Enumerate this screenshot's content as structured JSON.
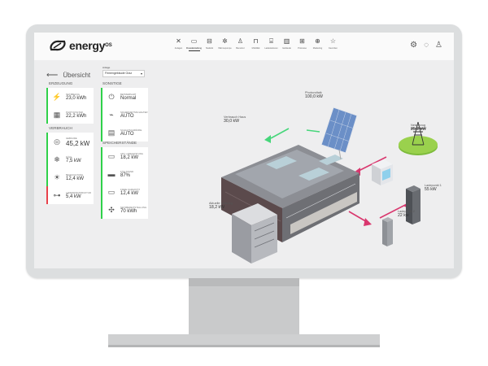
{
  "app": {
    "name": "energy",
    "name_sup": "OS"
  },
  "nav": [
    {
      "label": "Anlagen",
      "icon": "turbine-icon",
      "glyph": "✕"
    },
    {
      "label": "Flussdarstellung",
      "icon": "monitor-icon",
      "glyph": "▭",
      "active": true
    },
    {
      "label": "Statistik",
      "icon": "car-icon",
      "glyph": "⊟"
    },
    {
      "label": "Wärmepumpe",
      "icon": "fan-icon",
      "glyph": "✲"
    },
    {
      "label": "Benutzer",
      "icon": "user-icon",
      "glyph": "♙"
    },
    {
      "label": "Mobilität",
      "icon": "vehicle-icon",
      "glyph": "⊓"
    },
    {
      "label": "Ladestationen",
      "icon": "charger-icon",
      "glyph": "⌸"
    },
    {
      "label": "Gebäude",
      "icon": "building-icon",
      "glyph": "▥"
    },
    {
      "label": "Prozesse",
      "icon": "process-icon",
      "glyph": "⊞"
    },
    {
      "label": "Marketing",
      "icon": "marketing-icon",
      "glyph": "⊕"
    },
    {
      "label": "Favoriten",
      "icon": "star-icon",
      "glyph": "☆"
    }
  ],
  "header_icons": [
    "settings-icon",
    "chat-icon",
    "profile-icon"
  ],
  "back_label": "Übersicht",
  "select": {
    "label": "Anlage",
    "value": "Firmengebäude Graz"
  },
  "sections": {
    "erzeugung": "Erzeugung",
    "verbrauch": "Verbrauch",
    "sonstige": "Sonstige",
    "speicher": "Speicherstände"
  },
  "erzeugung": [
    {
      "label": "Netzbezug",
      "value": "23,0 kWh",
      "icon": "tower-icon",
      "glyph": "⚡",
      "color": "#2fd14a"
    },
    {
      "label": "Photovoltaik",
      "value": "22,2 kWh",
      "icon": "solar-panel-icon",
      "glyph": "▦",
      "color": "#2fd14a"
    }
  ],
  "verbrauch": [
    {
      "label": "Gebäude",
      "value": "45,2 kW",
      "icon": "gauge-icon",
      "glyph": "◎",
      "color": "#2fd14a",
      "big": true
    },
    {
      "label": "Kühl",
      "value": "7,5 kW",
      "icon": "cooling-icon",
      "glyph": "❄",
      "color": "#2fd14a"
    },
    {
      "label": "Beleuchtung",
      "value": "12,4 kW",
      "icon": "light-icon",
      "glyph": "☀",
      "color": "#2fd14a"
    },
    {
      "label": "Ladeinfrastruktur",
      "value": "5,4 kW",
      "icon": "ev-charging-icon",
      "glyph": "⊶",
      "color": "#e8414b"
    }
  ],
  "sonstige": [
    {
      "label": "Betriebsart",
      "value": "Normal",
      "icon": "power-icon",
      "glyph": "⏻",
      "color": "#2fd14a"
    },
    {
      "label": "Sicherheitsschalter",
      "value": "AUTO",
      "icon": "switch-icon",
      "glyph": "⌁",
      "color": "#2fd14a"
    },
    {
      "label": "Schaltschränke",
      "value": "AUTO",
      "icon": "cabinet-icon",
      "glyph": "▤",
      "color": "#2fd14a"
    }
  ],
  "speicher": [
    {
      "label": "Akt. Ladeleistung",
      "value": "18,2 kW",
      "icon": "battery-charge-icon",
      "glyph": "▭",
      "color": "#2fd14a"
    },
    {
      "label": "Füllstand",
      "value": "87%",
      "icon": "battery-level-icon",
      "glyph": "▬",
      "color": "#2fd14a"
    },
    {
      "label": "Freie Kapazität",
      "value": "12,4 kW",
      "icon": "battery-free-icon",
      "glyph": "▭",
      "color": "#2fd14a"
    },
    {
      "label": "Netzbereitstellung",
      "value": "70 kWh",
      "icon": "grid-supply-icon",
      "glyph": "✣",
      "color": "#2fd14a"
    }
  ],
  "diagram": {
    "photovoltaik": {
      "label": "Photovoltaik",
      "value": "100,0 kW"
    },
    "verbrauch_haus": {
      "label": "Verbrauch Haus",
      "value": "30,0 kW"
    },
    "netzbezug": {
      "label": "Netzbezug",
      "value": "25,2 kW"
    },
    "ladepunkt1": {
      "label": "Ladepunkt 1",
      "value": "55 kW"
    },
    "ladepunkt2": {
      "label": "Ladepunkt 2",
      "value": "22 kw"
    },
    "aktuelle_leistung": {
      "label": "Aktuelle Leistung",
      "value": "18,2 kW"
    },
    "flow_green": "#46d67a",
    "flow_pink": "#d9376e"
  }
}
